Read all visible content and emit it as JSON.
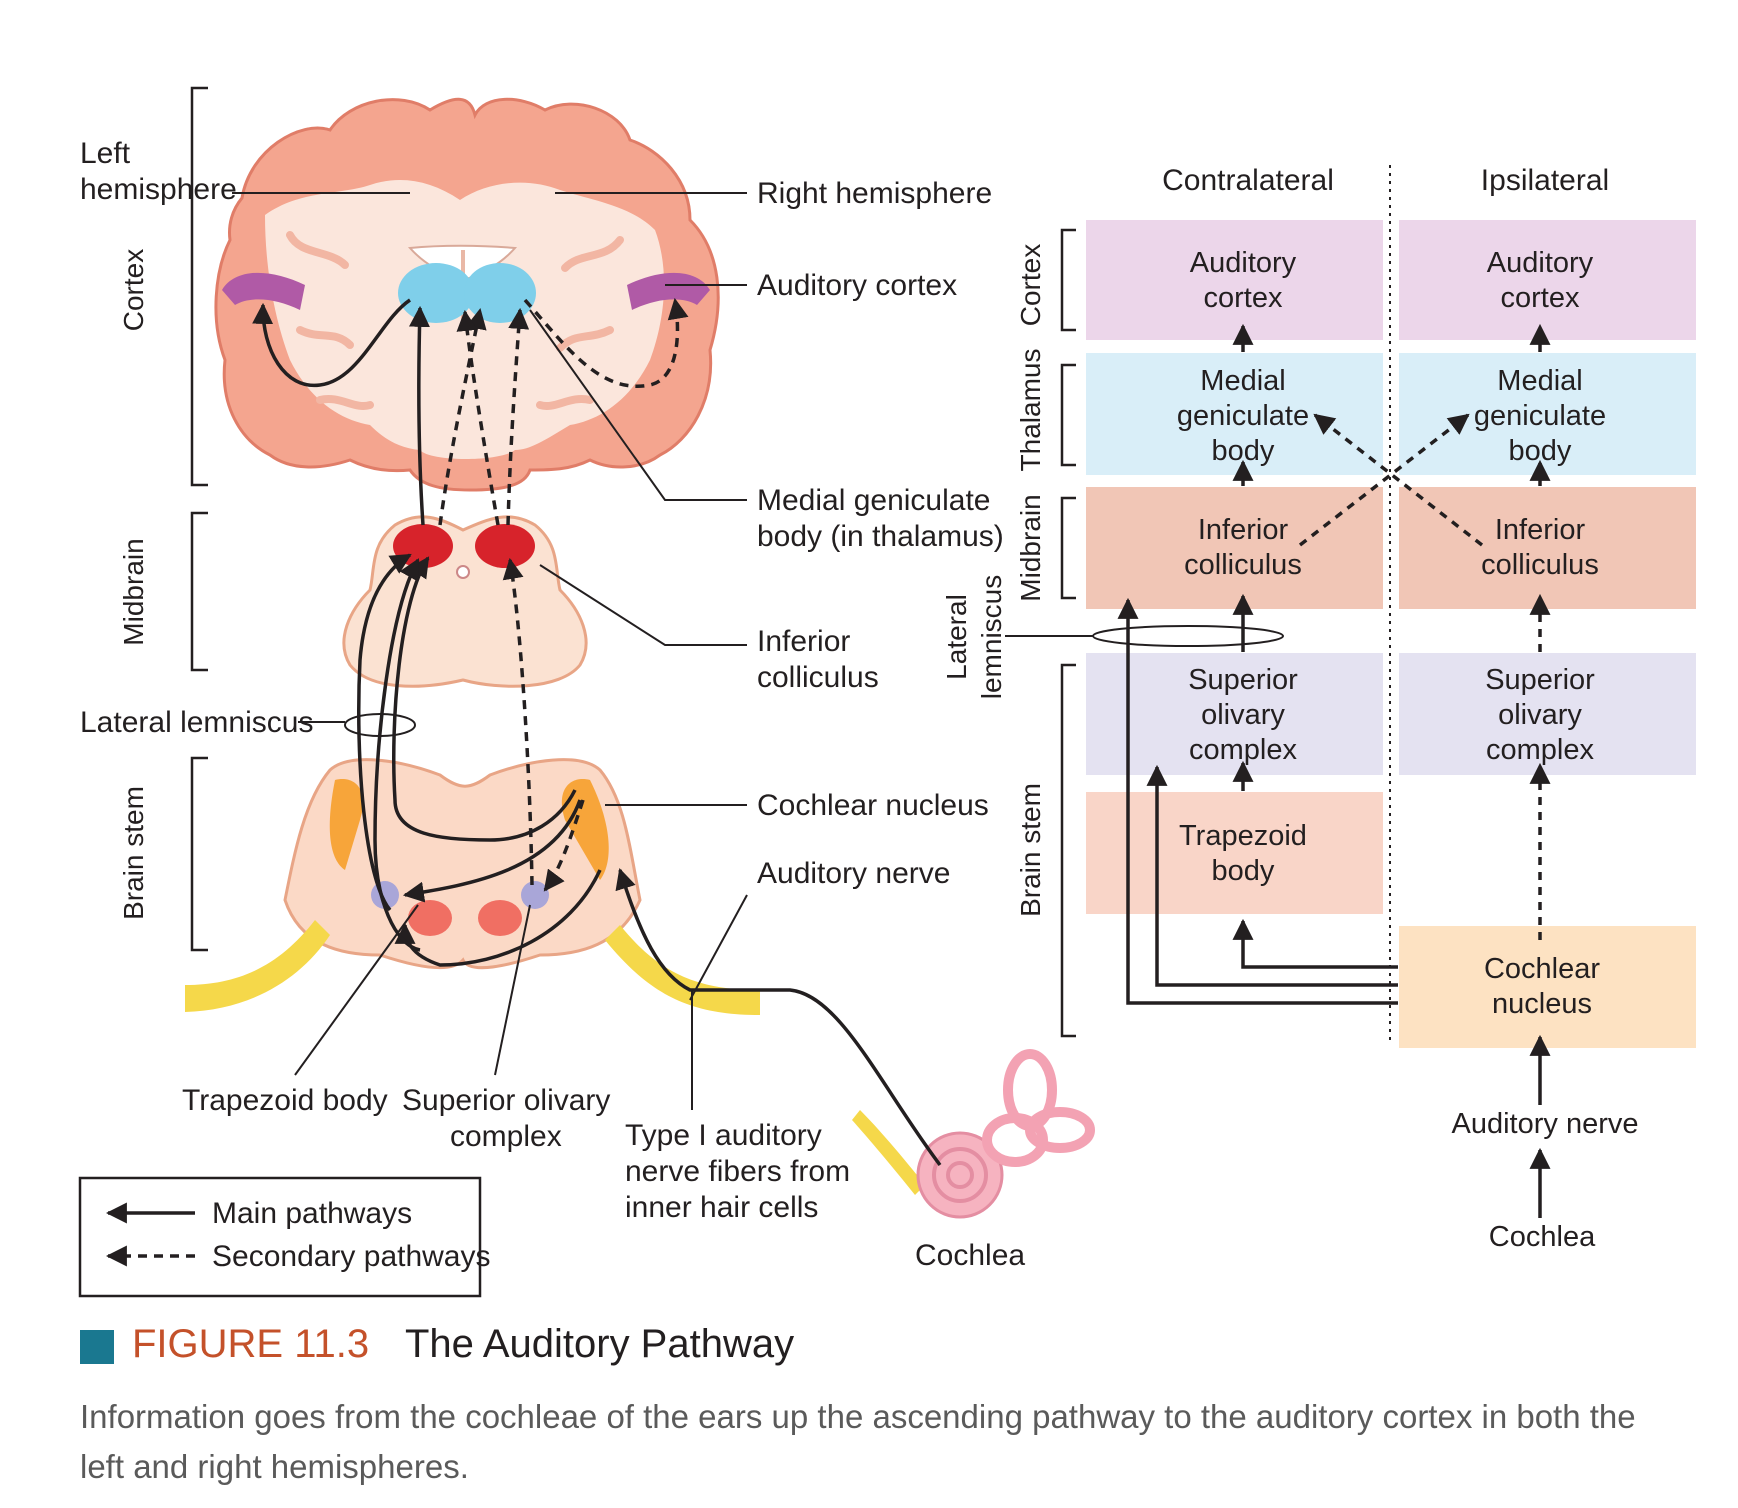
{
  "figure": {
    "number": "FIGURE 11.3",
    "title": "The Auditory Pathway",
    "caption": "Information goes from the cochleae of the ears up the ascending pathway to the auditory cortex in both the left and right hemispheres.",
    "accent_color": "#1a7890",
    "number_color": "#c4512a"
  },
  "illustration": {
    "left_hemisphere": [
      "Left",
      "hemisphere"
    ],
    "right_hemisphere": "Right hemisphere",
    "auditory_cortex": "Auditory cortex",
    "medial_geniculate": [
      "Medial geniculate",
      "body (in thalamus)"
    ],
    "inferior_colliculus": [
      "Inferior",
      "colliculus"
    ],
    "lateral_lemniscus": "Lateral lemniscus",
    "cochlear_nucleus": "Cochlear nucleus",
    "auditory_nerve": "Auditory nerve",
    "trapezoid_body": "Trapezoid body",
    "superior_olivary": [
      "Superior olivary",
      "complex"
    ],
    "type1_fibers": [
      "Type I auditory",
      "nerve fibers from",
      "inner hair cells"
    ],
    "cochlea": "Cochlea",
    "brackets": {
      "cortex": "Cortex",
      "midbrain": "Midbrain",
      "brain_stem": "Brain stem"
    }
  },
  "legend": {
    "main": "Main pathways",
    "secondary": "Secondary pathways"
  },
  "flowchart": {
    "headers": {
      "contralateral": "Contralateral",
      "ipsilateral": "Ipsilateral"
    },
    "levels": {
      "cortex": "Cortex",
      "thalamus": "Thalamus",
      "midbrain": "Midbrain",
      "brain_stem": "Brain stem"
    },
    "lateral_lemniscus": [
      "Lateral",
      "lemniscus"
    ],
    "contra": {
      "auditory_cortex": [
        "Auditory",
        "cortex"
      ],
      "medial_geniculate": [
        "Medial",
        "geniculate",
        "body"
      ],
      "inferior_colliculus": [
        "Inferior",
        "colliculus"
      ],
      "superior_olivary": [
        "Superior",
        "olivary",
        "complex"
      ],
      "trapezoid": [
        "Trapezoid",
        "body"
      ]
    },
    "ipsi": {
      "auditory_cortex": [
        "Auditory",
        "cortex"
      ],
      "medial_geniculate": [
        "Medial",
        "geniculate",
        "body"
      ],
      "inferior_colliculus": [
        "Inferior",
        "colliculus"
      ],
      "superior_olivary": [
        "Superior",
        "olivary",
        "complex"
      ],
      "cochlear_nucleus": [
        "Cochlear",
        "nucleus"
      ]
    },
    "auditory_nerve": "Auditory nerve",
    "cochlea": "Cochlea",
    "colors": {
      "cortex": "#ecd6ea",
      "thalamus": "#d9eef8",
      "midbrain": "#f1c6b6",
      "olivary": "#e4e2f1",
      "trapezoid": "#f9d5c8",
      "cochlear": "#fde2c2"
    }
  }
}
